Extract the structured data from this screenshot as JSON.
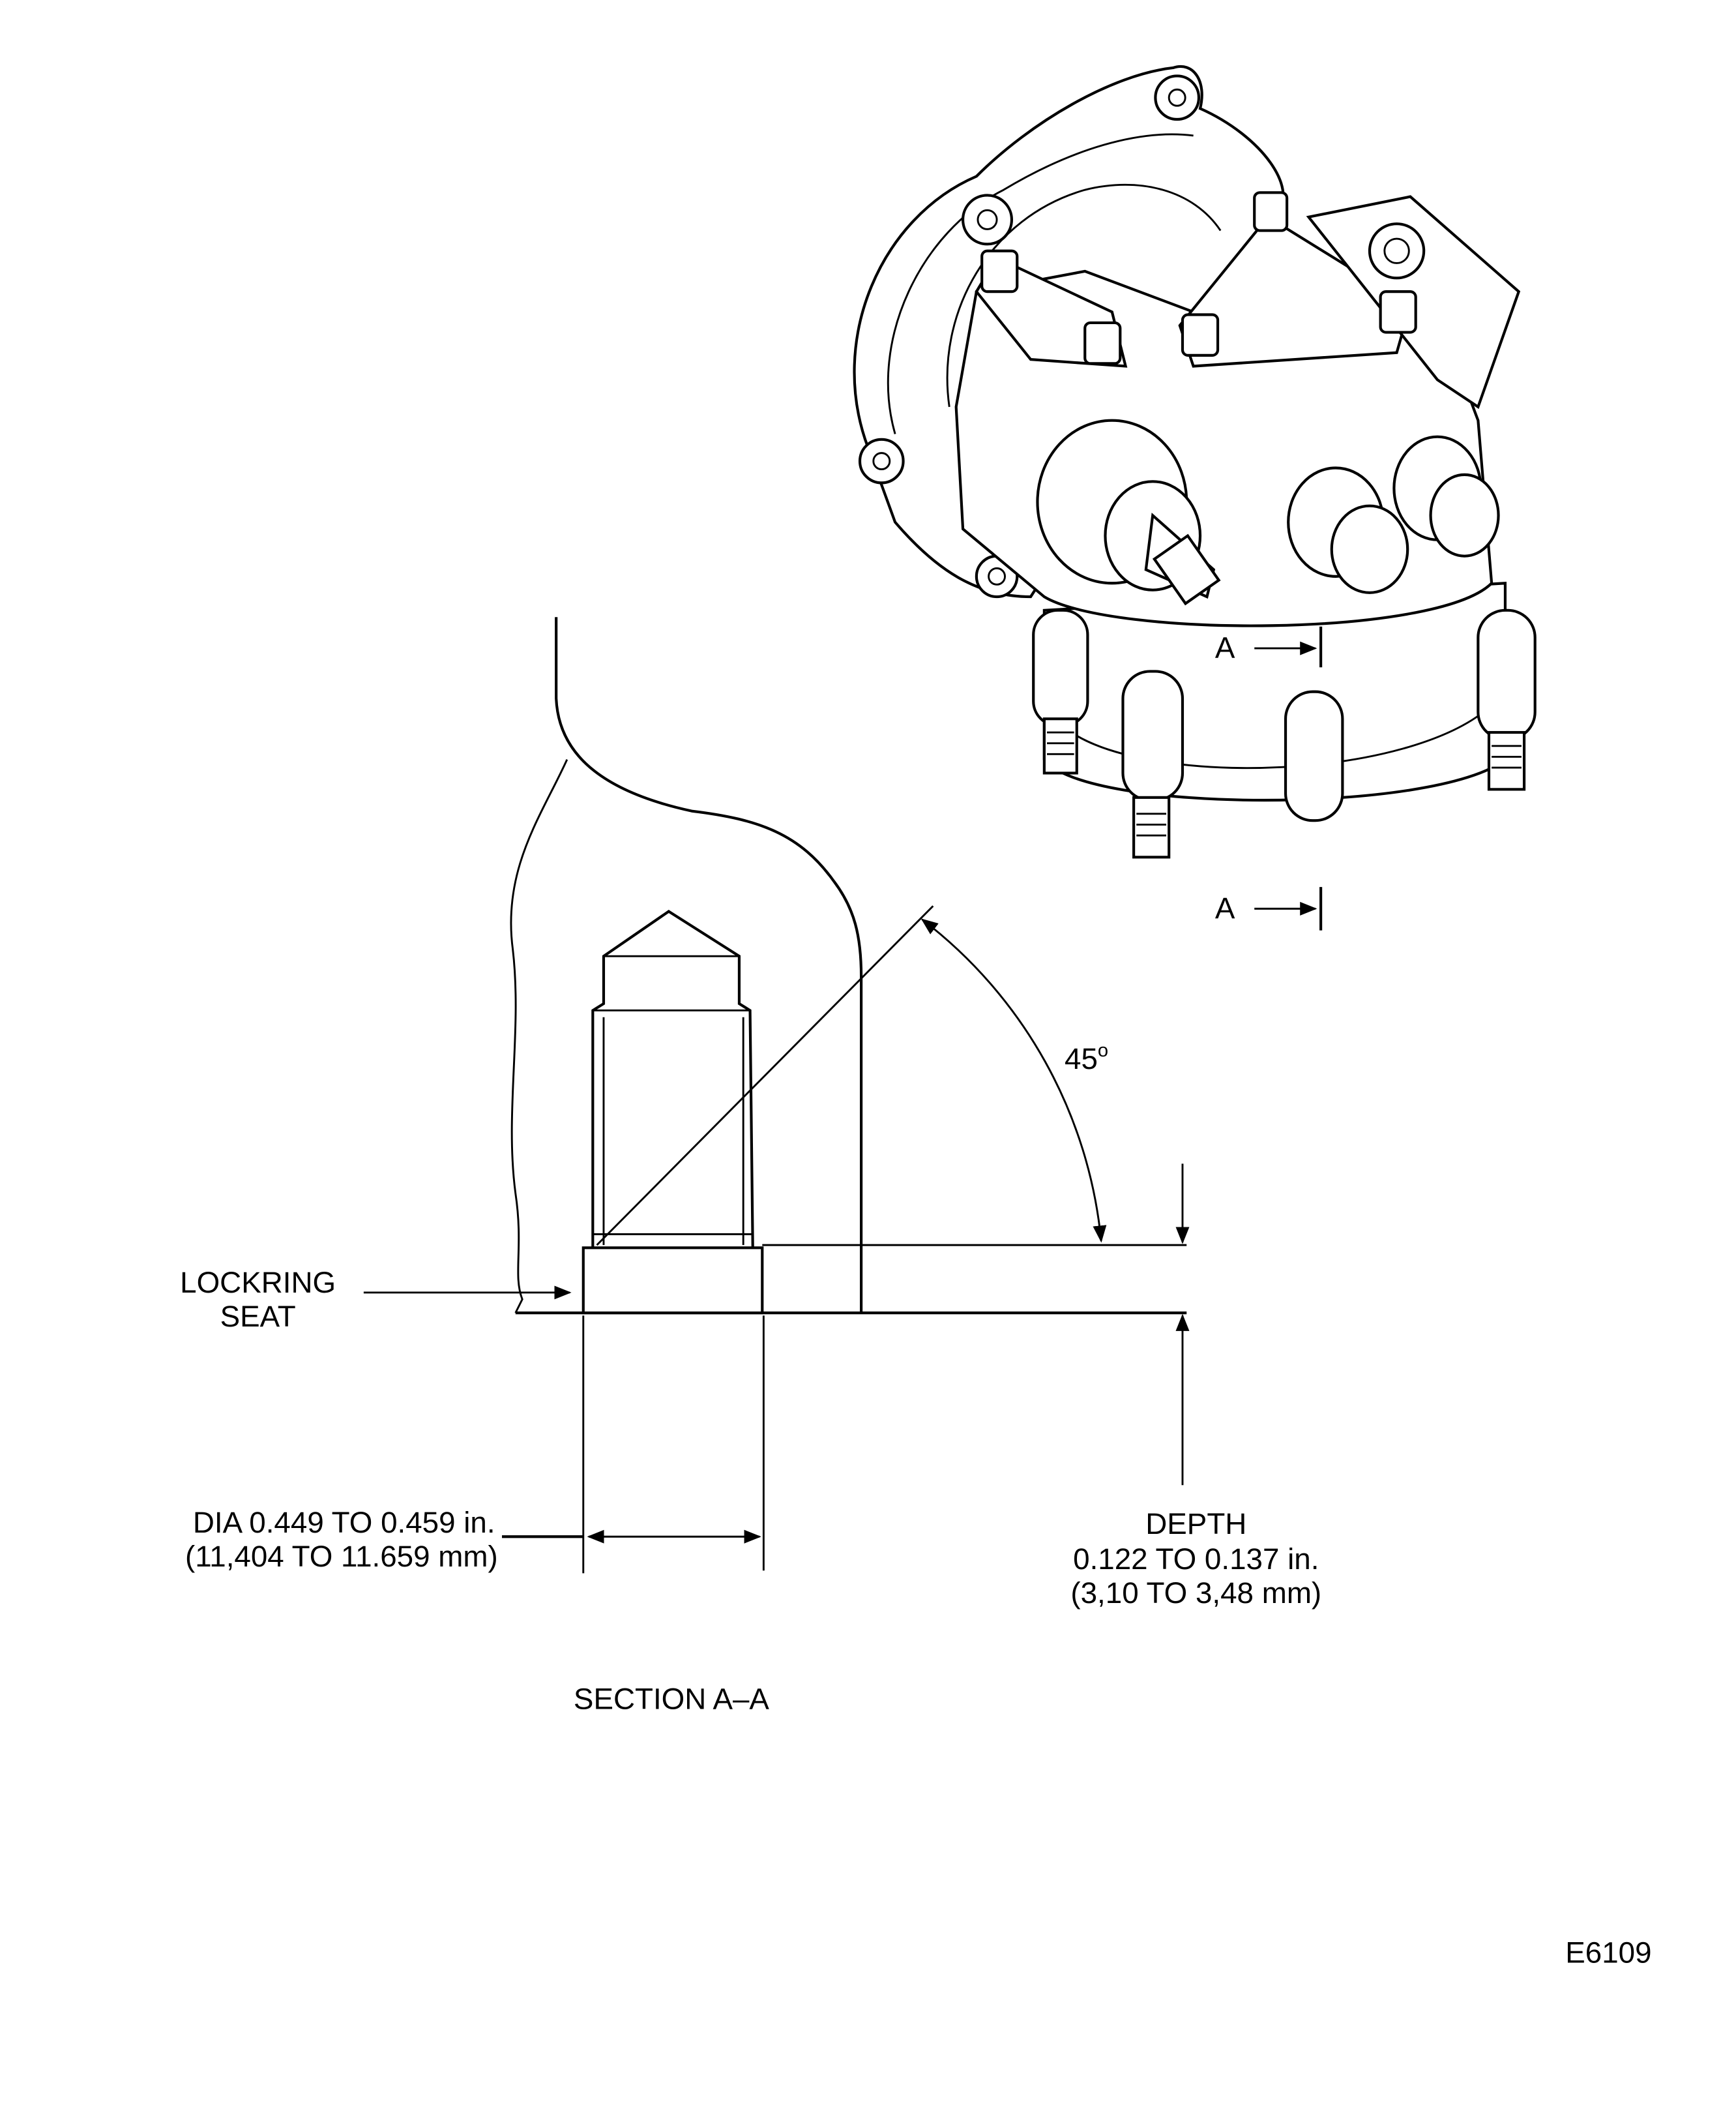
{
  "section_marker": {
    "label_top": "A",
    "label_bottom": "A"
  },
  "angle_label": {
    "value": "45",
    "unit": "o"
  },
  "lockring": {
    "line1": "LOCKRING",
    "line2": "SEAT"
  },
  "diameter": {
    "line1": "DIA 0.449 TO 0.459 in.",
    "line2": "(11,404 TO 11.659 mm)"
  },
  "depth": {
    "line1": "DEPTH",
    "line2": "0.122 TO 0.137 in.",
    "line3": "(3,10 TO 3,48 mm)"
  },
  "section_title": "SECTION A–A",
  "figure_id": "E6109",
  "colors": {
    "ink": "#000000",
    "paper": "#ffffff"
  }
}
